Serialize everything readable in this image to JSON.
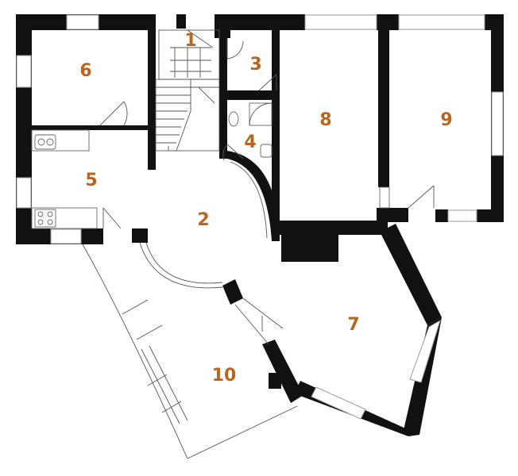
{
  "plan": {
    "label_color": "#b8651e",
    "wall_color": "#111111",
    "rooms": [
      {
        "id": "1",
        "label": "1"
      },
      {
        "id": "2",
        "label": "2"
      },
      {
        "id": "3",
        "label": "3"
      },
      {
        "id": "4",
        "label": "4"
      },
      {
        "id": "5",
        "label": "5"
      },
      {
        "id": "6",
        "label": "6"
      },
      {
        "id": "7",
        "label": "7"
      },
      {
        "id": "8",
        "label": "8"
      },
      {
        "id": "9",
        "label": "9"
      },
      {
        "id": "10",
        "label": "10"
      }
    ]
  }
}
